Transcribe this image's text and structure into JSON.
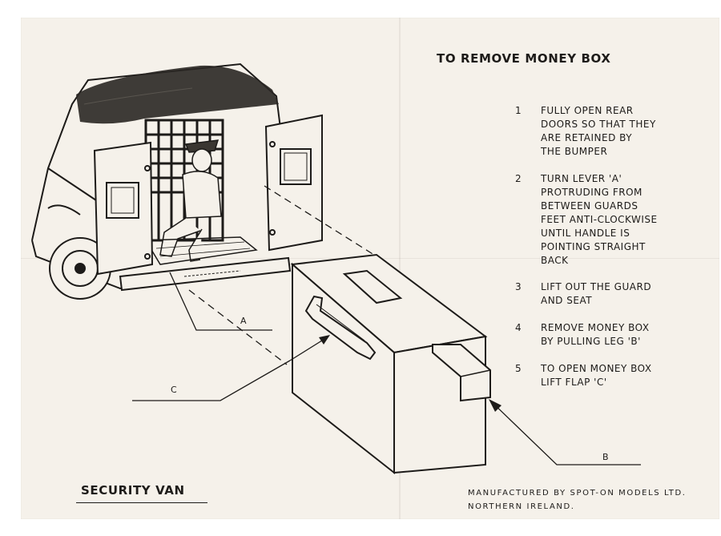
{
  "heading": "TO REMOVE MONEY BOX",
  "steps": [
    {
      "num": "1",
      "text": "FULLY OPEN REAR\nDOORS SO THAT THEY\nARE RETAINED BY\nTHE BUMPER"
    },
    {
      "num": "2",
      "text": "TURN LEVER 'A'\nPROTRUDING FROM\nBETWEEN GUARDS\nFEET ANTI-CLOCKWISE\nUNTIL HANDLE IS\nPOINTING STRAIGHT\nBACK"
    },
    {
      "num": "3",
      "text": "LIFT OUT THE GUARD\nAND SEAT"
    },
    {
      "num": "4",
      "text": "REMOVE MONEY BOX\nBY PULLING LEG 'B'"
    },
    {
      "num": "5",
      "text": "TO OPEN MONEY BOX\nLIFT FLAP 'C'"
    }
  ],
  "labels": {
    "a": "A",
    "b": "B",
    "c": "C"
  },
  "product_name": "SECURITY VAN",
  "manufacturer": {
    "line1": "MANUFACTURED BY SPOT-ON MODELS LTD.",
    "line2": "NORTHERN IRELAND."
  }
}
